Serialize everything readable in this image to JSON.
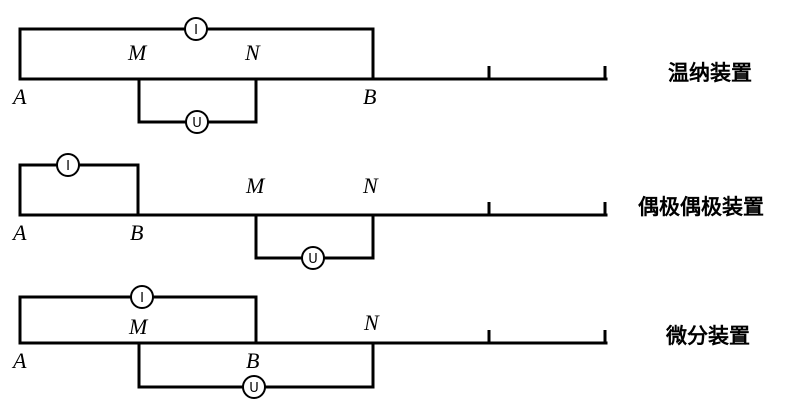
{
  "configurations": [
    {
      "name": "温纳装置",
      "ammeter_symbol": "I",
      "voltmeter_symbol": "U",
      "points": {
        "A": "A",
        "B": "B",
        "M": "M",
        "N": "N"
      }
    },
    {
      "name": "偶极偶极装置",
      "ammeter_symbol": "I",
      "voltmeter_symbol": "U",
      "points": {
        "A": "A",
        "B": "B",
        "M": "M",
        "N": "N"
      }
    },
    {
      "name": "微分装置",
      "ammeter_symbol": "I",
      "voltmeter_symbol": "U",
      "points": {
        "A": "A",
        "B": "B",
        "M": "M",
        "N": "N"
      }
    }
  ]
}
